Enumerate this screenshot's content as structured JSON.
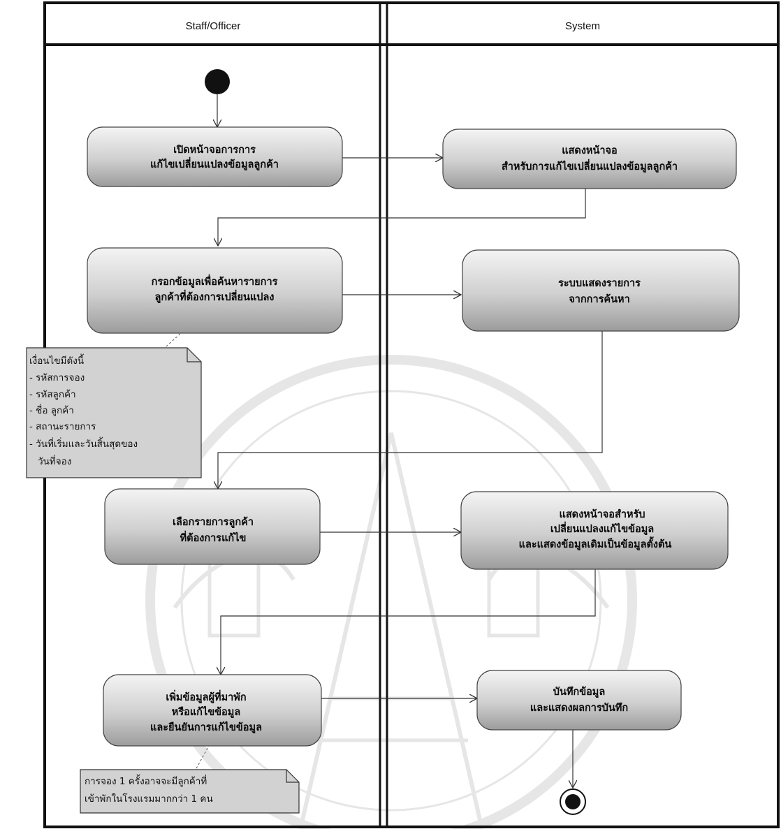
{
  "lanes": {
    "left": "Staff/Officer",
    "right": "System"
  },
  "activities": {
    "open_screen": [
      "เปิดหน้าจอการการ",
      "แก้ไขเปลี่ยนแปลงข้อมูลลูกค้า"
    ],
    "show_screen": [
      "แสดงหน้าจอ",
      "สำหรับการแก้ไขเปลี่ยนแปลงข้อมูลลูกค้า"
    ],
    "enter_search": [
      "กรอกข้อมูลเพื่อค้นหารายการ",
      "ลูกค้าที่ต้องการเปลี่ยนแปลง"
    ],
    "show_results": [
      "ระบบแสดงรายการ",
      "จากการค้นหา"
    ],
    "select_customer": [
      "เลือกรายการลูกค้า",
      "ที่ต้องการแก้ไข"
    ],
    "show_edit": [
      "แสดงหน้าจอสำหรับ",
      "เปลี่ยนแปลงแก้ไขข้อมูล",
      "และแสดงข้อมูลเดิมเป็นข้อมูลตั้งต้น"
    ],
    "add_guest": [
      "เพิ่มข้อมูลผู้ที่มาพัก",
      "หรือแก้ไขข้อมูล",
      "และยืนยันการแก้ไขข้อมูล"
    ],
    "save": [
      "บันทึกข้อมูล",
      "และแสดงผลการบันทึก"
    ]
  },
  "notes": {
    "conditions": [
      "เงื่อนไขมีดังนี้",
      "- รหัสการจอง",
      "- รหัสลูกค้า",
      "- ชื่อ ลูกค้า",
      "- สถานะรายการ",
      "- วันที่เริ่มและวันสิ้นสุดของ",
      "วันที่จอง"
    ],
    "booking": [
      "การจอง 1 ครั้งอาจจะมีลูกค้าที่",
      "เข้าพักในโรงแรมมากกว่า 1 คน"
    ]
  }
}
